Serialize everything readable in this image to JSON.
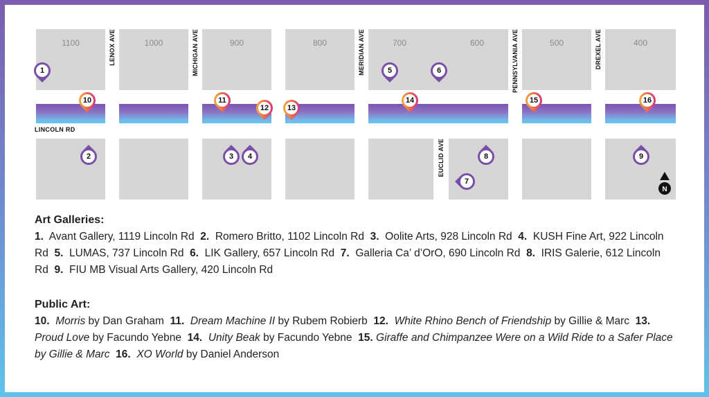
{
  "blocks": [
    "1100",
    "1000",
    "900",
    "800",
    "700",
    "600",
    "500",
    "400"
  ],
  "streets": {
    "lenox": "LENOX AVE",
    "michigan": "MICHIGAN AVE",
    "meridian": "MERIDIAN AVE",
    "pennsylvania": "PENNSYLVANIA AVE",
    "drexel": "DREXEL AVE",
    "euclid": "EUCLID AVE",
    "lincoln": "LINCOLN RD"
  },
  "compass_label": "N",
  "markers": {
    "galleries": [
      "1",
      "2",
      "3",
      "4",
      "5",
      "6",
      "7",
      "8",
      "9"
    ],
    "public_art": [
      "10",
      "11",
      "12",
      "13",
      "14",
      "15",
      "16"
    ]
  },
  "colors": {
    "gallery_pin": "#7a4fa8",
    "art_pin": "sunset-gradient",
    "road": "#7b55b2-to-#64c9f0",
    "block": "#d6d6d6"
  },
  "legend": {
    "galleries_title": "Art Galleries:",
    "galleries": [
      {
        "num": "1.",
        "text": "Avant Gallery, 1119 Lincoln Rd"
      },
      {
        "num": "2.",
        "text": "Romero Britto, 1102 Lincoln Rd"
      },
      {
        "num": "3.",
        "text": "Oolite Arts, 928 Lincoln Rd"
      },
      {
        "num": "4.",
        "text": "KUSH Fine Art, 922 Lincoln Rd"
      },
      {
        "num": "5.",
        "text": "LUMAS, 737 Lincoln Rd"
      },
      {
        "num": "6.",
        "text": "LIK Gallery, 657 Lincoln Rd"
      },
      {
        "num": "7.",
        "text": "Galleria Ca’ d’OrO, 690 Lincoln Rd"
      },
      {
        "num": "8.",
        "text": "IRIS Galerie, 612 Lincoln Rd"
      },
      {
        "num": "9.",
        "text": "FIU MB Visual Arts Gallery, 420 Lincoln Rd"
      }
    ],
    "art_title": "Public Art:",
    "art": [
      {
        "num": "10.",
        "title": "Morris",
        "by": " by Dan Graham"
      },
      {
        "num": "11.",
        "title": "Dream Machine II",
        "by": " by Rubem Robierb"
      },
      {
        "num": "12.",
        "title": "White Rhino Bench of Friendship",
        "by": " by Gillie & Marc"
      },
      {
        "num": "13.",
        "title": "Proud Love",
        "by": " by Facundo Yebne"
      },
      {
        "num": "14.",
        "title": "Unity Beak",
        "by": " by Facundo Yebne"
      },
      {
        "num": "15.",
        "title": "Giraffe and Chimpanzee Were on a Wild Ride to a Safer Place by Gillie & Marc",
        "by": ""
      },
      {
        "num": "16.",
        "title": "XO World",
        "by": " by Daniel Anderson"
      }
    ]
  }
}
